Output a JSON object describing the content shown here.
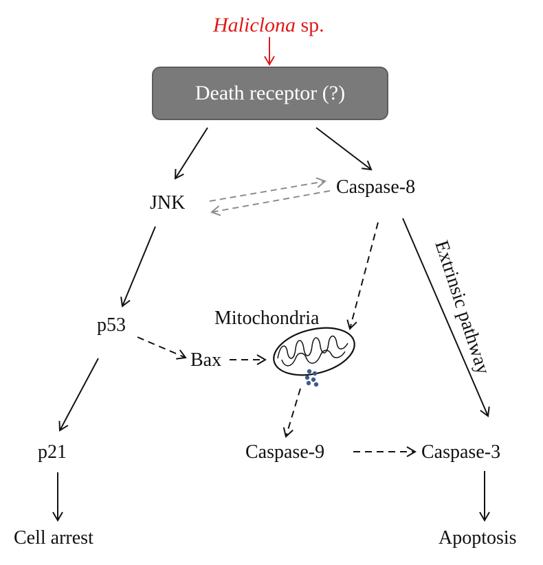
{
  "trigger": {
    "genus": "Haliclona",
    "suffix": " sp."
  },
  "receptor": {
    "label": "Death receptor (?)"
  },
  "nodes": {
    "jnk": "JNK",
    "caspase8": "Caspase-8",
    "p53": "p53",
    "mitochondria": "Mitochondria",
    "bax": "Bax",
    "p21": "p21",
    "caspase9": "Caspase-9",
    "caspase3": "Caspase-3",
    "cell_arrest": "Cell arrest",
    "apoptosis": "Apoptosis"
  },
  "pathway_label": "Extrinsic pathway",
  "colors": {
    "trigger": "#e01818",
    "receptor_fill": "#7a7a7a",
    "feedback_arrow": "#8c8c8c",
    "release_dots": "#3d5a8a"
  }
}
